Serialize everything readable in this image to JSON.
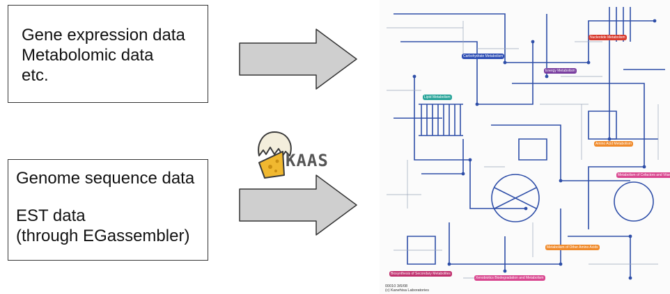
{
  "inputs": {
    "top": {
      "lines": [
        "Gene expression data",
        "Metabolomic data",
        "etc."
      ]
    },
    "bottom": {
      "lines": [
        "Genome sequence data",
        "EST data",
        "(through EGassembler)"
      ]
    }
  },
  "logo": {
    "text": "KAAS",
    "icon": "egg-cheese-icon"
  },
  "map": {
    "footer_code": "00010 3/6/08",
    "footer_lab": "(c) Kanehisa Laboratories",
    "categories": [
      "Carbohydrate Metabolism",
      "Nucleotide Metabolism",
      "Energy Metabolism",
      "Lipid Metabolism",
      "Amino Acid Metabolism",
      "Metabolism of Cofactors and Vitamins",
      "Metabolism of Other Amino Acids",
      "Biosynthesis of Secondary Metabolites",
      "Xenobiotics Biodegradation and Metabolism"
    ]
  },
  "colors": {
    "arrow_fill": "#cfcfcf",
    "arrow_stroke": "#333333",
    "pathway_blue": "#2e4ea8",
    "carbohydrate": "#2f4fb5",
    "nucleotide": "#d83b2e",
    "energy": "#7a3fa0",
    "lipid": "#2aa59a",
    "amino_acid": "#f08a2a",
    "cofactors": "#d9468f",
    "secondary": "#c0306e"
  }
}
